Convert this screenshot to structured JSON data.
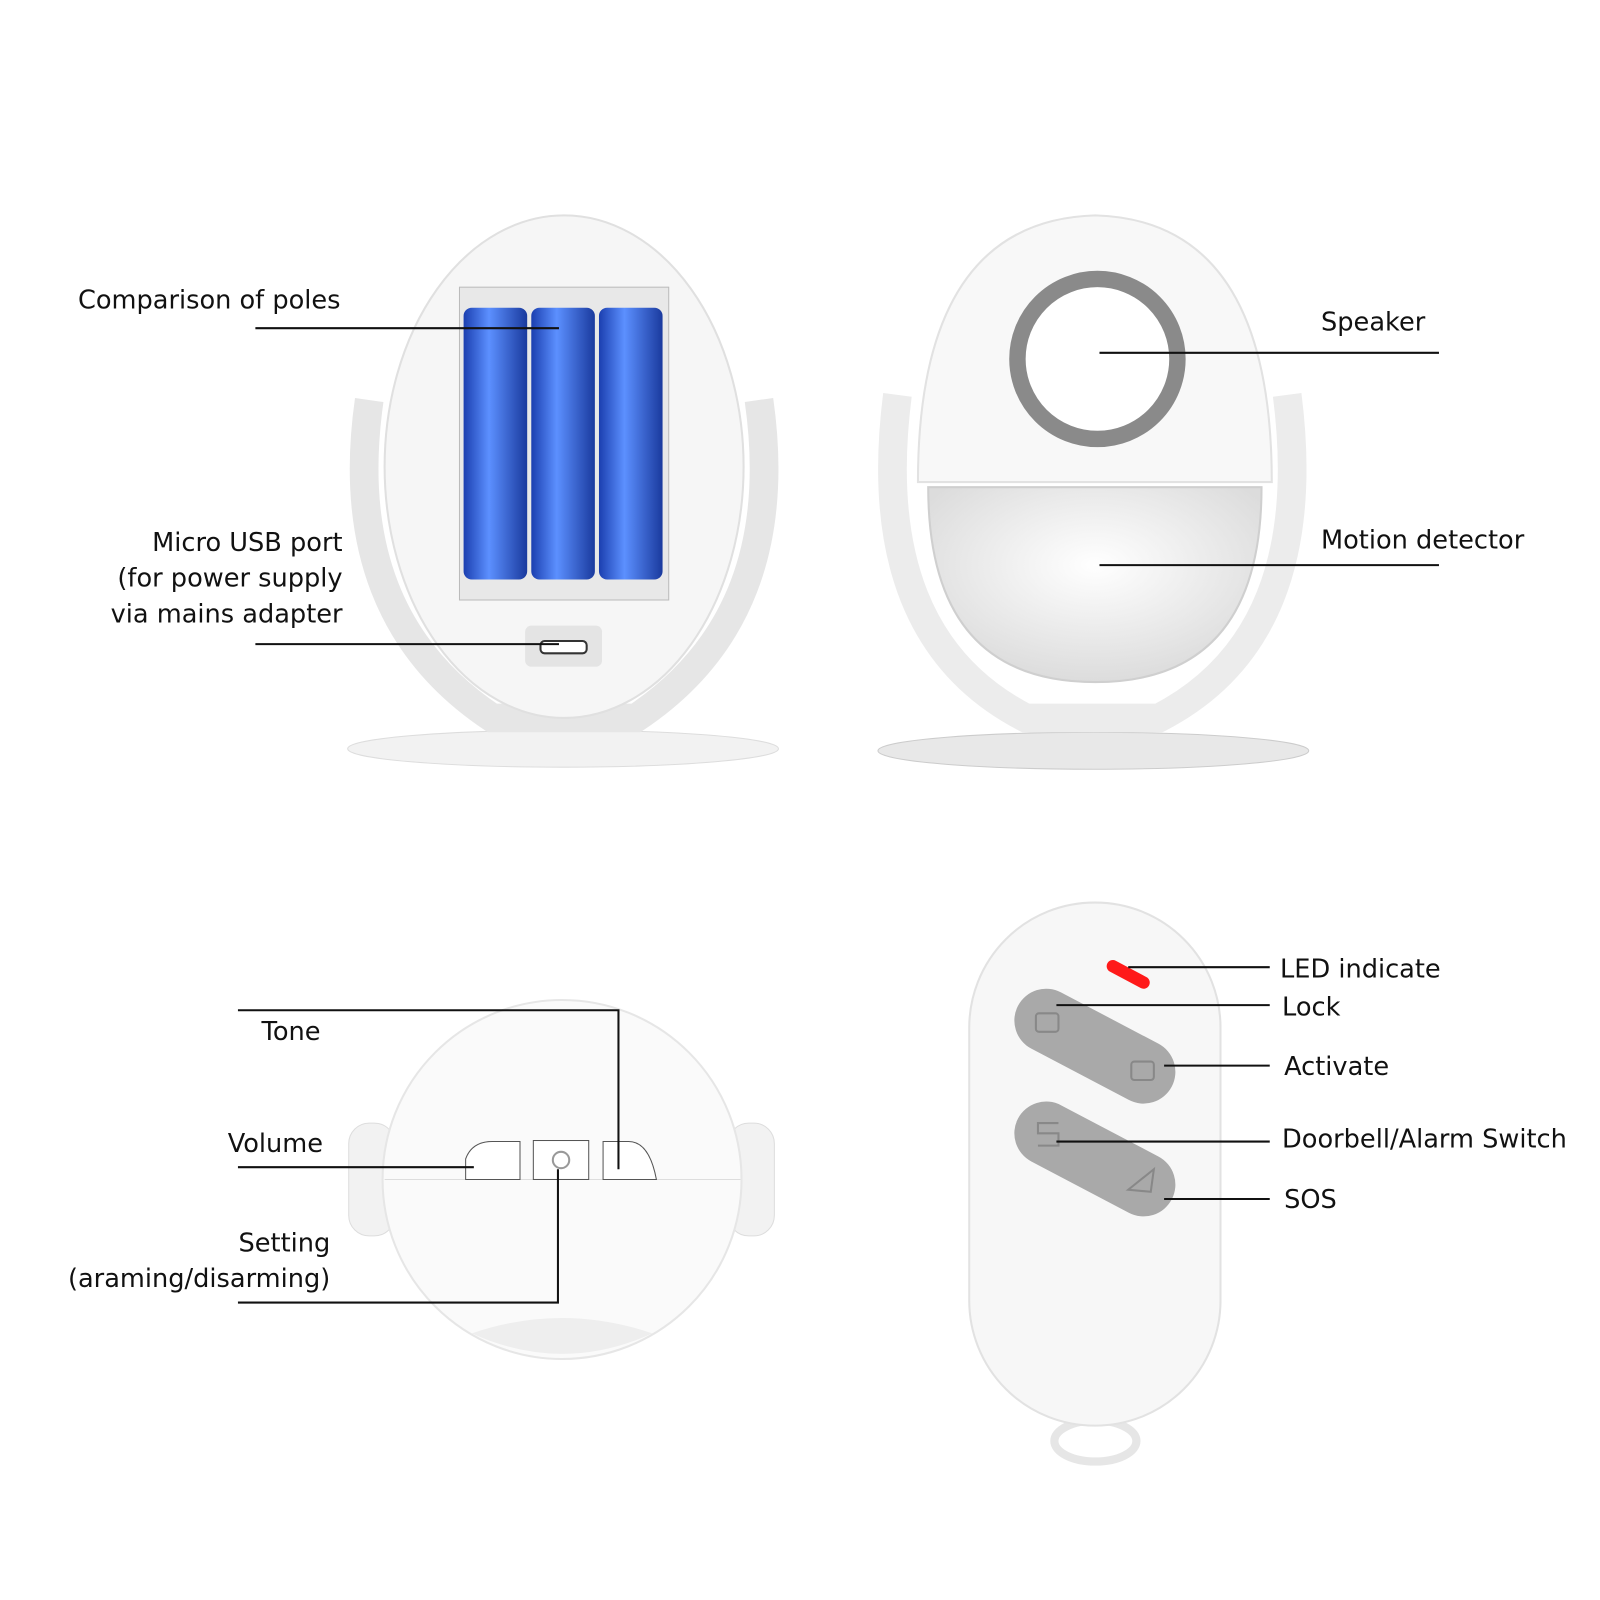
{
  "labels": {
    "comparison_of_poles": "Comparison of poles",
    "micro_usb_line1": "Micro USB port",
    "micro_usb_line2": "(for power supply",
    "micro_usb_line3": "via mains adapter",
    "speaker": "Speaker",
    "motion_detector": "Motion detector",
    "tone": "Tone",
    "volume": "Volume",
    "setting_line1": "Setting",
    "setting_line2": "(araming/disarming)",
    "led_indicate": "LED indicate",
    "lock": "Lock",
    "activate": "Activate",
    "doorbell_alarm_switch": "Doorbell/Alarm Switch",
    "sos": "SOS"
  },
  "colors": {
    "battery": "#3a6fe0",
    "led": "#ff1a1a",
    "button": "#a9a9a9",
    "speaker_ring": "#8a8a8a"
  }
}
